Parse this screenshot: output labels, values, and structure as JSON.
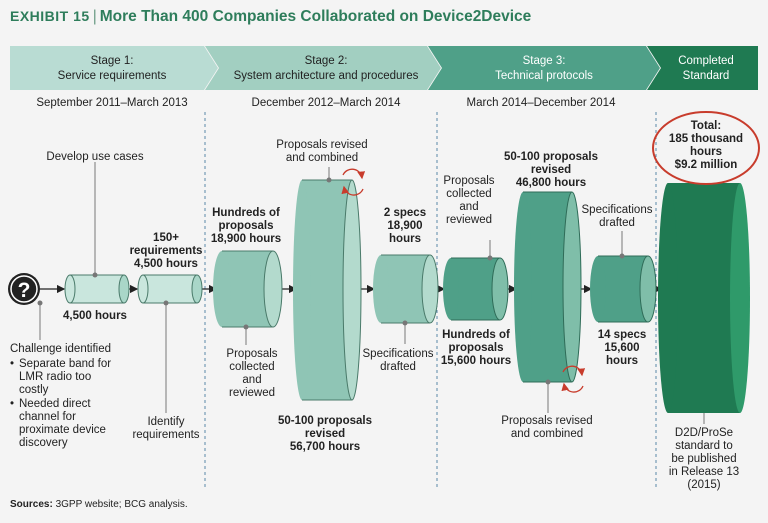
{
  "title": {
    "exhibit": "Exhibit 15",
    "text": "More Than 400 Companies Collaborated on Device2Device"
  },
  "stages": [
    {
      "line1": "Stage 1:",
      "line2": "Service requirements",
      "dates": "September 2011–March 2013"
    },
    {
      "line1": "Stage 2:",
      "line2": "System architecture and procedures",
      "dates": "December 2012–March 2014"
    },
    {
      "line1": "Stage 3:",
      "line2": "Technical protocols",
      "dates": "March 2014–December 2014"
    },
    {
      "line1": "Completed",
      "line2": "Standard"
    }
  ],
  "labels": {
    "develop_use_cases": "Develop use cases",
    "hours_4500": "4,500 hours",
    "req_l1": "150+",
    "req_l2": "requirements",
    "req_l3": "4,500 hours",
    "challenge": "Challenge identified",
    "bullet1": [
      "Separate band for",
      "LMR radio too",
      "costly"
    ],
    "bullet2": [
      "Needed direct",
      "channel for",
      "proximate device",
      "discovery"
    ],
    "identify": [
      "Identify",
      "requirements"
    ],
    "s2_hundreds": [
      "Hundreds of",
      "proposals",
      "18,900 hours"
    ],
    "s2_collected": [
      "Proposals",
      "collected",
      "and",
      "reviewed"
    ],
    "s2_revised_top": [
      "Proposals revised",
      "and combined"
    ],
    "s2_big": [
      "50-100 proposals",
      "revised",
      "56,700 hours"
    ],
    "s2_specs": [
      "2 specs",
      "18,900",
      "hours"
    ],
    "s2_drafted": [
      "Specifications",
      "drafted"
    ],
    "s3_collected": [
      "Proposals",
      "collected",
      "and",
      "reviewed"
    ],
    "s3_hundreds": [
      "Hundreds of",
      "proposals",
      "15,600 hours"
    ],
    "s3_big": [
      "50-100 proposals",
      "revised",
      "46,800 hours"
    ],
    "s3_revised_bottom": [
      "Proposals revised",
      "and combined"
    ],
    "s3_drafted": [
      "Specifications",
      "drafted"
    ],
    "s3_specs": [
      "14 specs",
      "15,600",
      "hours"
    ],
    "total": [
      "Total:",
      "185 thousand",
      "hours",
      "$9.2 million"
    ],
    "final": [
      "D2D/ProSe",
      "standard to",
      "be published",
      "in Release 13",
      "(2015)"
    ],
    "question": "?"
  },
  "sources": {
    "label": "Sources:",
    "text": "3GPP website; BCG analysis."
  },
  "colors": {
    "accent": "#2e7d5b",
    "stage1": "#b9dcd3",
    "stage2": "#8fc5b5",
    "stage3": "#4fa088",
    "complete": "#1f7a52",
    "red": "#c83c2c"
  }
}
